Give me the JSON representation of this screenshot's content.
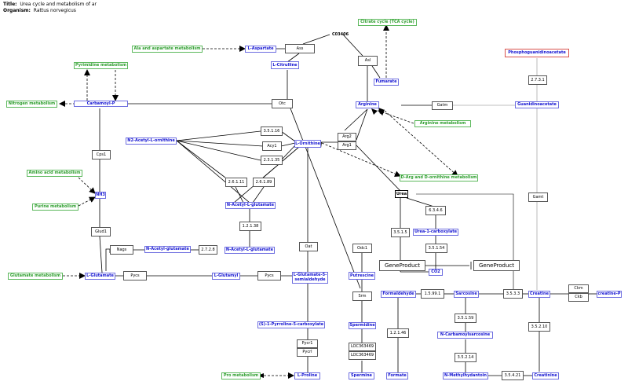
{
  "header": {
    "title_label": "Title:",
    "title": "Urea cycle and metabolism of ar",
    "organism_label": "Organism:",
    "organism": "Rattus norvegicus"
  },
  "colors": {
    "metabolite": "#1414d2",
    "pathway": "#2e9e2e",
    "gene": "#000000",
    "pathway_red_border": "#d9534f"
  },
  "nodes": {
    "ala_asp": "Ala and aspartate metabolism",
    "l_aspartate": "L-Aspartate",
    "ass": "Ass",
    "co3406": "C03406",
    "citrate": "Citrate cycle (TCA cycle)",
    "asl": "Asl",
    "fumarate": "Fumarate",
    "l_citrulline": "L-Citrulline",
    "pyrimidine": "Pyrimidine metabolism",
    "phosphoguanidinoacetate": "Phosphoguanidinoacetate",
    "nitrogen": "Nitrogen metabolism",
    "carbamoyl_p": "Carbamoyl-P",
    "otc": "Otc",
    "arginine": "Arginine",
    "gatm": "Gatm",
    "guanidinoacetate": "Guanidinoacetate",
    "ec_2731": "2.7.3.1",
    "arginine_met": "Arginine metabolism",
    "ec_35116": "3.5.1.16",
    "acy1": "Acy1",
    "ec_23135": "2.3.1.35",
    "n2_acetyl": "N2-Acetyl-L-ornithine",
    "l_ornithine": "L-Ornithine",
    "arg2": "Arg2",
    "arg1": "Arg1",
    "cps1": "Cps1",
    "d_arg": "D-Arg and D-ornithine metabolism",
    "amino_acid": "Amino acid metabolism",
    "ec_26111": "2.6.1.11",
    "ec_26189": "2.6.1.89",
    "nh3": "NH3",
    "urea": "Urea",
    "gamt": "Gamt",
    "ec_6346": "6.3.4.6",
    "purine": "Purine metabolism",
    "n_acetyl_glutamate_semi": "N-Acetyl-L-glutamate",
    "glud1": "Glud1",
    "ec_12138": "1.2.1.38",
    "ec_3515": "3.5.1.5",
    "urea_1_carboxylate": "Urea-1-carboxylate",
    "nags": "Nags",
    "n_acetyl_glutamate": "N-Acetyl-glutamate",
    "ec_2728": "2.7.2.8",
    "n_acetyl_l_glutamate": "N-Acetyl-L-glutamate",
    "oat": "Oat",
    "odc1": "Odc1",
    "ec_35154": "3.5.1.54",
    "geneproduct1": "GeneProduct",
    "geneproduct2": "GeneProduct",
    "co2": "CO2",
    "glutamate_met": "Glutamate metabolism",
    "l_glutamate": "L-Glutamate",
    "pycs1": "Pycs",
    "l_glutamyl": "L-Glutamyl",
    "pycs2": "Pycs",
    "l_glutamate_semi": "L-Glutamate-5-semialdehyde",
    "putrescine": "Putrescine",
    "ec_3533": "3.5.3.3",
    "ckm": "Ckm",
    "ckb": "Ckb",
    "formaldehyde": "Formaldehyde",
    "ec_15991": "1.5.99.1",
    "sarcosine": "Sarcosine",
    "creatine": "Creatine",
    "creatine_p": "creatine-P",
    "srm": "Srm",
    "ec_35159": "3.5.1.59",
    "pyrroline": "(S)-1-Pyrroline-5-carboxylate",
    "spermidine": "Spermidine",
    "ec_12146": "1.2.1.46",
    "n_carbamoylsarcosine": "N-Carbamoylsarcosine",
    "ec_35210": "3.5.2.10",
    "pycr1": "Pycr1",
    "pycrl": "Pycrl",
    "loc1": "LOC363469",
    "loc2": "LOC363469",
    "ec_35214": "3.5.2.14",
    "pro_met": "Pro metabolism",
    "l_proline": "L-Proline",
    "spermine": "Spermine",
    "formate": "Formate",
    "n_methylhydantoin": "N-Methylhydantoin",
    "ec_35421": "3.5.4.21",
    "creatinine": "Creatinine"
  }
}
